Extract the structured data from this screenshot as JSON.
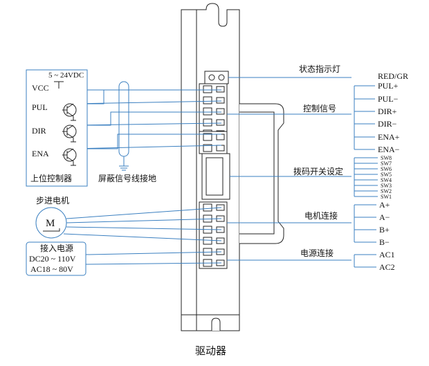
{
  "diagram": {
    "caption": "驱动器",
    "controller": {
      "title": "上位控制器",
      "supply": "5 ~ 24VDC",
      "signals": [
        "VCC",
        "PUL",
        "DIR",
        "ENA"
      ]
    },
    "shield_ground": "屏蔽信号线接地",
    "motor": {
      "title": "步进电机",
      "symbol": "M"
    },
    "power_source": {
      "title": "接入电源",
      "lines": [
        "DC20 ~ 110V",
        "AC18 ~ 80V"
      ]
    },
    "status": {
      "title": "状态指示灯",
      "value": "RED/GR"
    },
    "control": {
      "title": "控制信号",
      "pins": [
        "PUL+",
        "PUL−",
        "DIR+",
        "DIR−",
        "ENA+",
        "ENA−"
      ]
    },
    "dip": {
      "title": "拨码开关设定",
      "pins": [
        "SW8",
        "SW7",
        "SW6",
        "SW5",
        "SW4",
        "SW3",
        "SW2",
        "SW1"
      ]
    },
    "motor_conn": {
      "title": "电机连接",
      "pins": [
        "A+",
        "A−",
        "B+",
        "B−"
      ]
    },
    "power_conn": {
      "title": "电源连接",
      "pins": [
        "AC1",
        "AC2"
      ]
    },
    "colors": {
      "line": "#3a7fc0",
      "stroke": "#222222",
      "body": "#ffffff"
    }
  }
}
